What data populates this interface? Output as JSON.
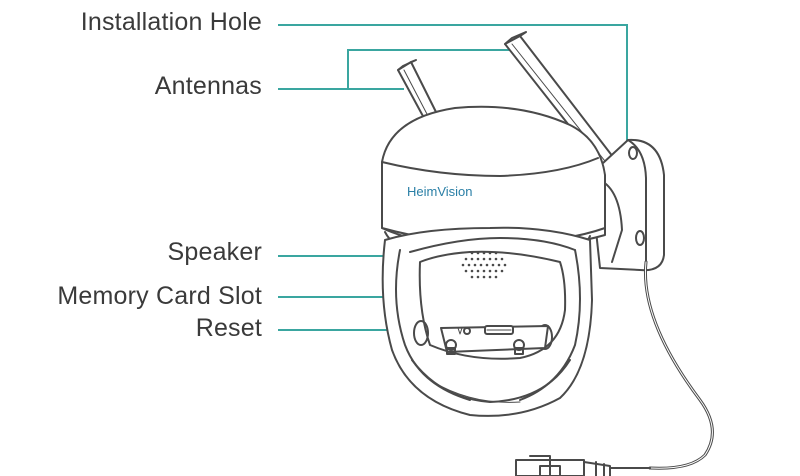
{
  "labels": {
    "installation_hole": "Installation Hole",
    "antennas": "Antennas",
    "speaker": "Speaker",
    "memory_card_slot": "Memory Card Slot",
    "reset": "Reset"
  },
  "brand": "HeimVision",
  "colors": {
    "leader_line": "#3aa6a0",
    "outline": "#4a4a4a",
    "text": "#3a3a3a"
  }
}
